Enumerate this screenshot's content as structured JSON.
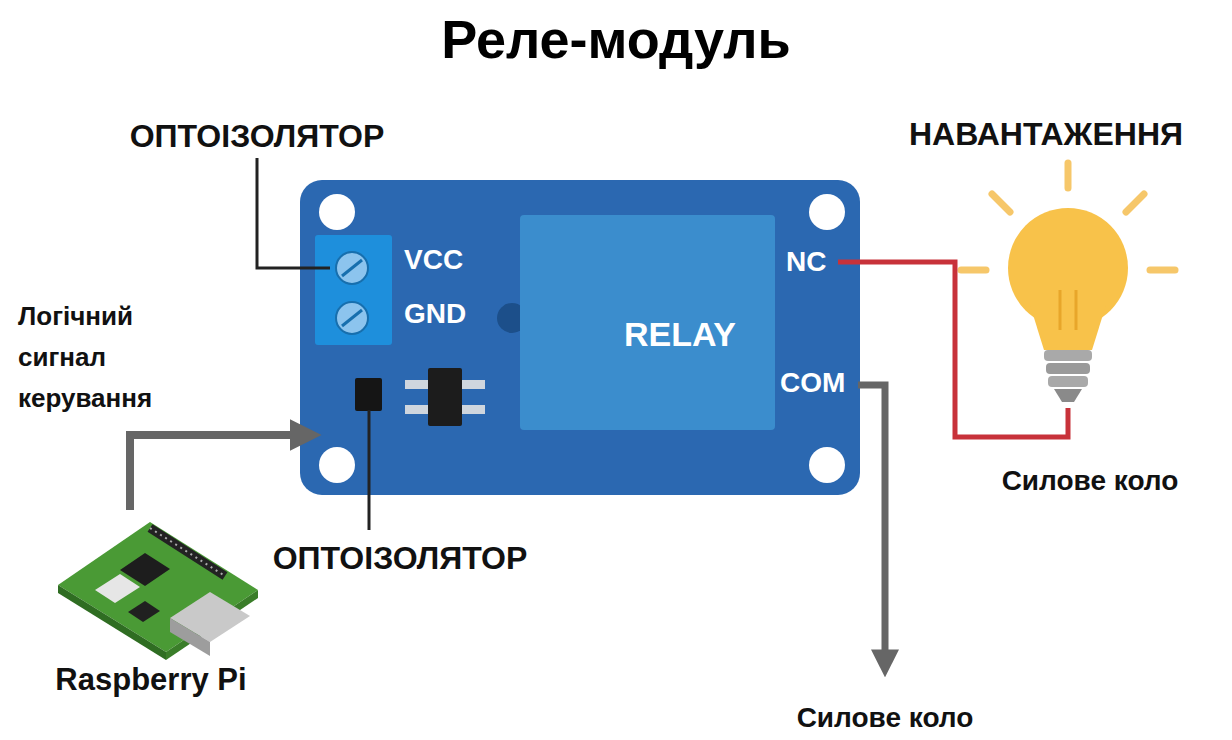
{
  "diagram": {
    "title": "Реле-модуль",
    "nodes": [
      {
        "text": [
          "VCC",
          "GND",
          "NC",
          "COM"
        ]
      },
      {
        "text": [
          "RELAY"
        ],
        "in": 0
      },
      {
        "text": [
          "Raspberry Pi"
        ]
      },
      {
        "text": [
          "НАВАНТАЖЕННЯ"
        ]
      }
    ],
    "edges": [
      {
        "from": 2,
        "to": 0,
        "arrow": "to",
        "label": "Логічний сигнал керування"
      },
      {
        "from": 0,
        "to": 3,
        "arrow": "none"
      }
    ],
    "labels": [
      "ОПТОІЗОЛЯТОР",
      "ОПТОІЗОЛЯТОР",
      "Силове коло",
      "Силове коло"
    ]
  }
}
